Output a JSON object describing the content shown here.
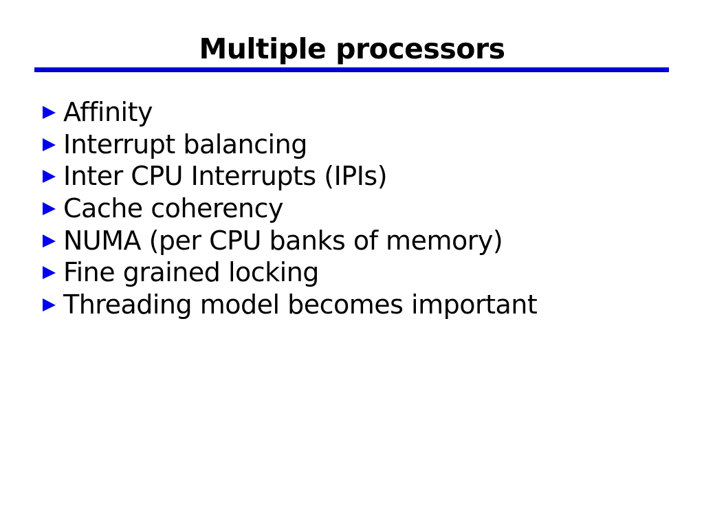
{
  "slide": {
    "title": "Multiple processors",
    "colors": {
      "accent_color": "#0101dc",
      "accent_dark_color": "#000090",
      "bullet_color": "#0000ee",
      "text_color": "#000000",
      "background_color": "#ffffff"
    }
  },
  "bullets": {
    "items": [
      {
        "label": "Affinity"
      },
      {
        "label": "Interrupt balancing"
      },
      {
        "label": "Inter CPU Interrupts (IPIs)"
      },
      {
        "label": "Cache coherency"
      },
      {
        "label": "NUMA (per CPU banks of memory)"
      },
      {
        "label": "Fine grained locking"
      },
      {
        "label": "Threading model becomes important"
      }
    ]
  }
}
